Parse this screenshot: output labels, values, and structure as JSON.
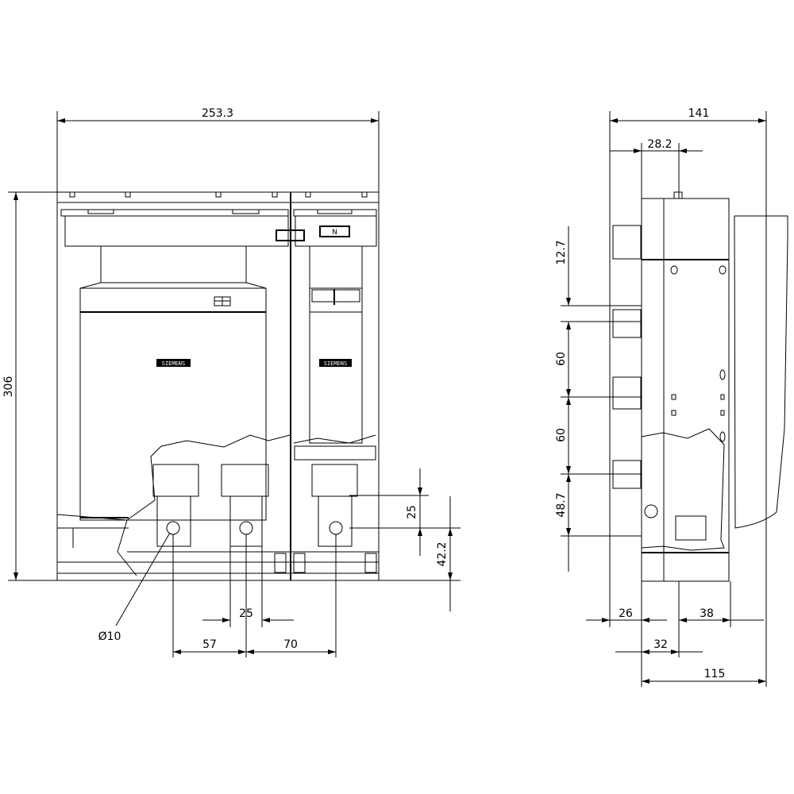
{
  "front_view": {
    "dimensions": {
      "overall_width": "253.3",
      "overall_height": "306",
      "terminal_offset": "25",
      "bottom_offset": "42.2",
      "terminal_width": "25",
      "pitch_left": "57",
      "pitch_right": "70",
      "hole_diameter": "Ø10"
    },
    "labels": {
      "brand_left": "SIEMENS",
      "brand_right": "SIEMENS",
      "neutral": "N"
    }
  },
  "side_view": {
    "dimensions": {
      "overall_depth": "141",
      "front_offset": "28.2",
      "terminal_top": "12.7",
      "pitch_1": "60",
      "pitch_2": "60",
      "terminal_bottom": "48.7",
      "rear_depth": "26",
      "terminal_depth": "32",
      "cover_depth": "38",
      "body_depth": "115"
    }
  }
}
